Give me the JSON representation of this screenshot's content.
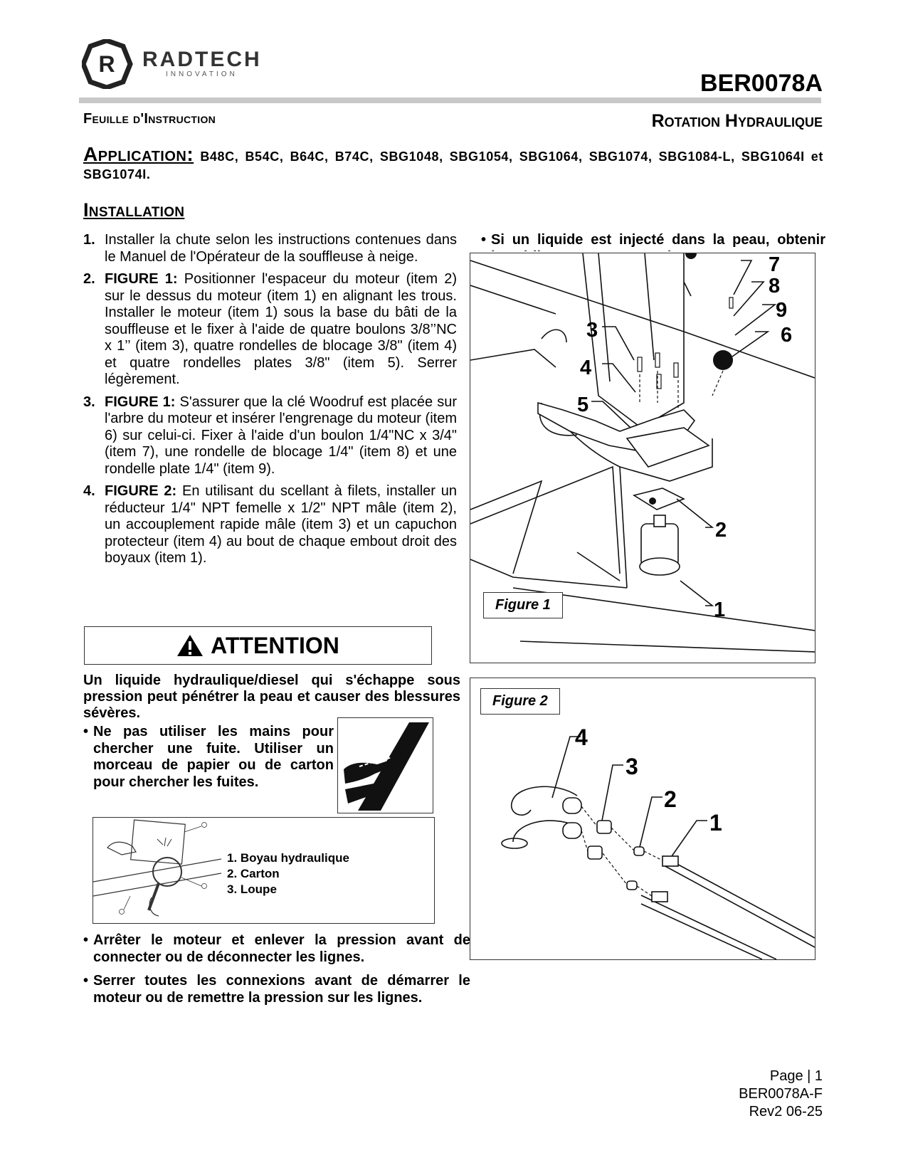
{
  "header": {
    "brand": "RADTECH",
    "brand_sub": "INNOVATION",
    "doc_code": "BER0078A",
    "sheet_type": "Feuille d'Instruction",
    "title": "Rotation Hydraulique"
  },
  "application": {
    "label": "Application:",
    "models": "B48C, B54C, B64C, B74C, SBG1048, SBG1054, SBG1064, SBG1074, SBG1084-L, SBG1064I et SBG1074I."
  },
  "installation": {
    "heading": "Installation",
    "steps": [
      {
        "num": "1.",
        "fig": "",
        "text": "Installer la chute selon les instructions contenues dans le Manuel de l'Opérateur de la souffleuse à neige."
      },
      {
        "num": "2.",
        "fig": "FIGURE 1:",
        "text": "Positionner l'espaceur du moteur (item 2) sur le dessus du moteur (item 1) en alignant les trous. Installer le moteur (item 1) sous la base du bâti de la souffleuse et le fixer à l'aide de quatre boulons 3/8’’NC x 1’’ (item 3), quatre rondelles de blocage 3/8\" (item 4) et quatre rondelles plates 3/8\" (item 5). Serrer légèrement."
      },
      {
        "num": "3.",
        "fig": "FIGURE 1:",
        "text": "S'assurer que la clé Woodruf est placée sur l'arbre du moteur et insérer l'engrenage du moteur (item 6) sur celui-ci. Fixer à l'aide d'un boulon 1/4\"NC x 3/4\" (item 7), une rondelle de blocage 1/4\" (item 8) et une rondelle plate 1/4\" (item 9)."
      },
      {
        "num": "4.",
        "fig": "FIGURE 2:",
        "text": "En utilisant du scellant à filets, installer un réducteur 1/4\" NPT femelle x 1/2\" NPT mâle (item 2), un accouplement rapide mâle (item 3) et un capuchon protecteur (item 4) au bout de chaque embout droit des boyaux (item 1)."
      }
    ]
  },
  "attention": {
    "title": "ATTENTION",
    "warning": "Un liquide hydraulique/diesel qui s'échappe sous pression peut pénétrer la peau et causer des blessures sévères.",
    "bullet_hands": "Ne pas utiliser les mains pour chercher une fuite. Utiliser un morceau de papier ou de carton pour chercher les fuites.",
    "legend": [
      "1. Boyau hydraulique",
      "2. Carton",
      "3. Loupe"
    ],
    "bullet_stop": "Arrêter le moteur et enlever la pression avant de connecter ou de déconnecter les lignes.",
    "bullet_tighten": "Serrer toutes les connexions avant de démarrer le moteur ou de remettre la pression sur les lignes.",
    "bullet_skin": "Si un liquide est injecté dans la peau, obtenir immédiatement une attention"
  },
  "figure1": {
    "label": "Figure 1",
    "callouts": [
      "1",
      "2",
      "3",
      "4",
      "5",
      "6",
      "7",
      "8",
      "9"
    ]
  },
  "figure2": {
    "label": "Figure 2",
    "callouts": [
      "1",
      "2",
      "3",
      "4"
    ]
  },
  "footer": {
    "page": "Page | 1",
    "code": "BER0078A-F",
    "rev": "Rev2 06-25"
  }
}
